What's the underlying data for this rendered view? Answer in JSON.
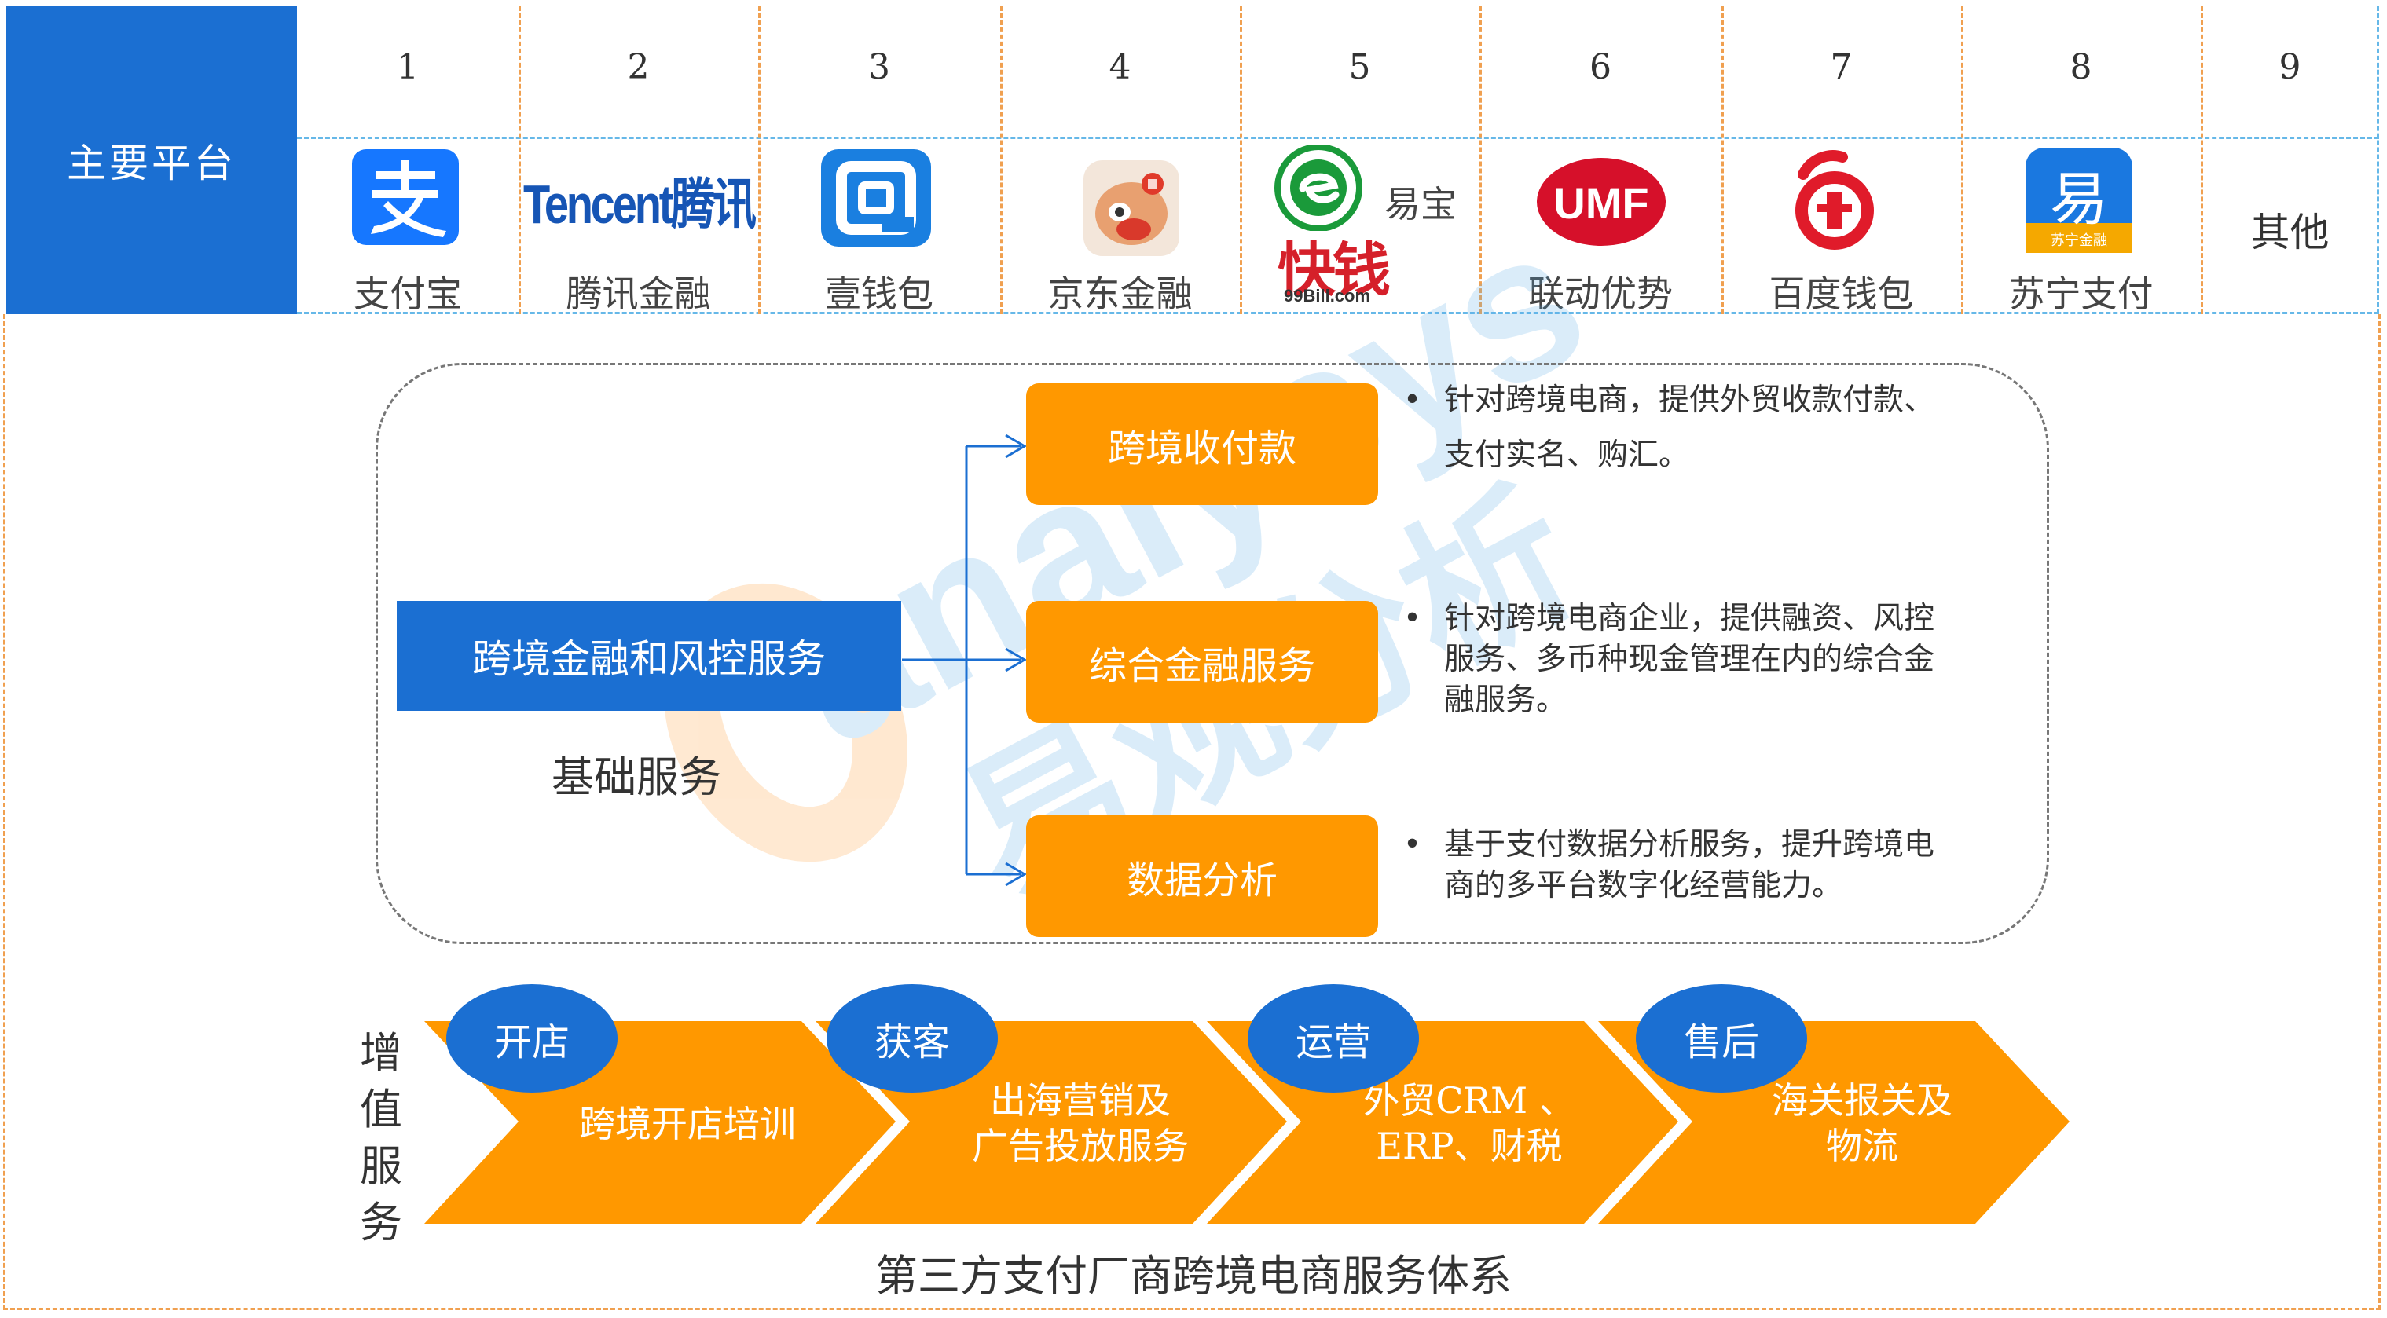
{
  "platforms": {
    "header": "主要平台",
    "columns": [
      {
        "num": "1",
        "name": "支付宝",
        "logo": "alipay-logo"
      },
      {
        "num": "2",
        "name": "腾讯金融",
        "logo": "tencent-logo",
        "logo_text": "Tencent腾讯"
      },
      {
        "num": "3",
        "name": "壹钱包",
        "logo": "yiqianbao-logo"
      },
      {
        "num": "4",
        "name": "京东金融",
        "logo": "jd-finance-logo"
      },
      {
        "num": "5",
        "name": "",
        "logo": "yeepay-99bill-logo",
        "logo_text_1": "易宝",
        "logo_text_2": "快钱",
        "logo_text_3": "99Bill.com"
      },
      {
        "num": "6",
        "name": "联动优势",
        "logo": "umf-logo",
        "logo_text": "UMF"
      },
      {
        "num": "7",
        "name": "百度钱包",
        "logo": "baidu-wallet-logo"
      },
      {
        "num": "8",
        "name": "苏宁支付",
        "logo": "suning-logo",
        "logo_text": "易",
        "logo_sub": "苏宁金融"
      },
      {
        "num": "9",
        "name": "其他"
      }
    ]
  },
  "basic": {
    "main": "跨境金融和风控服务",
    "label": "基础服务",
    "items": [
      {
        "title": "跨境收付款",
        "lines": [
          "针对跨境电商，提供外贸收款付款、",
          "支付实名、购汇。"
        ]
      },
      {
        "title": "综合金融服务",
        "lines": [
          "针对跨境电商企业，提供融资、风控",
          "服务、多币种现金管理在内的综合金",
          "融服务。"
        ]
      },
      {
        "title": "数据分析",
        "lines": [
          "基于支付数据分析服务，提升跨境电",
          "商的多平台数字化经营能力。"
        ]
      }
    ],
    "bullet": "•"
  },
  "value_added": {
    "label_chars": [
      "增",
      "值",
      "服",
      "务"
    ],
    "steps": [
      {
        "bubble": "开店",
        "lines": [
          "跨境开店培训"
        ]
      },
      {
        "bubble": "获客",
        "lines": [
          "出海营销及",
          "广告投放服务"
        ]
      },
      {
        "bubble": "运营",
        "lines": [
          "外贸CRM 、",
          "ERP、财税"
        ]
      },
      {
        "bubble": "售后",
        "lines": [
          "海关报关及",
          "物流"
        ]
      }
    ]
  },
  "title": "第三方支付厂商跨境电商服务体系",
  "watermark": {
    "text_en": "analysys",
    "text_cn": "易观分析"
  },
  "colors": {
    "blue": "#1b6fd2",
    "orange": "#ff9800",
    "orange_dash": "#f0a050",
    "blue_dash": "#66b8e8"
  }
}
